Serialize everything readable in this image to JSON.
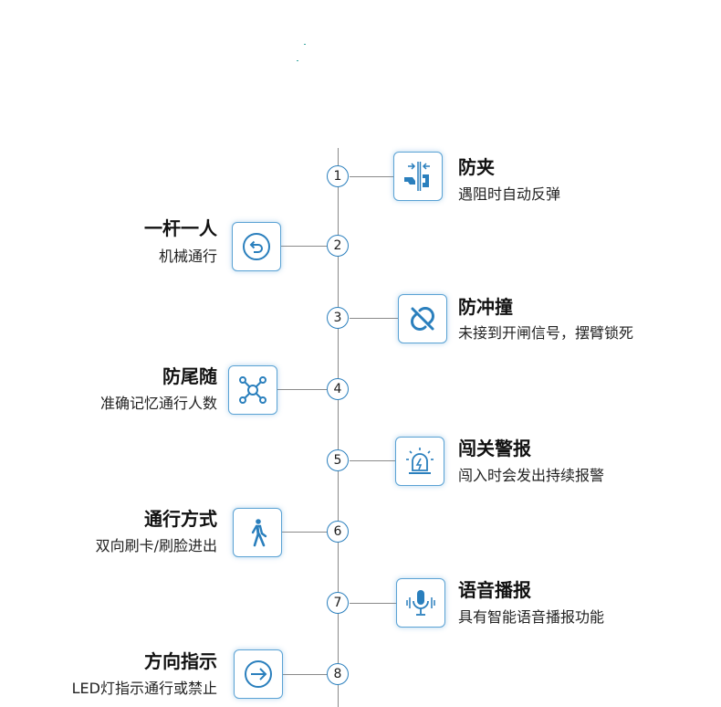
{
  "features": [
    {
      "num": "1",
      "title": "防夹",
      "desc": "遇阻时自动反弹",
      "icon": "anti-pinch-icon",
      "side": "right"
    },
    {
      "num": "2",
      "title": "一杆一人",
      "desc": "机械通行",
      "icon": "return-arrow-icon",
      "side": "left"
    },
    {
      "num": "3",
      "title": "防冲撞",
      "desc": "未接到开闸信号，摆臂锁死",
      "icon": "broken-link-icon",
      "side": "right"
    },
    {
      "num": "4",
      "title": "防尾随",
      "desc": "准确记忆通行人数",
      "icon": "network-nodes-icon",
      "side": "left"
    },
    {
      "num": "5",
      "title": "闯关警报",
      "desc": "闯入时会发出持续报警",
      "icon": "alarm-siren-icon",
      "side": "right"
    },
    {
      "num": "6",
      "title": "通行方式",
      "desc": "双向刷卡/刷脸进出",
      "icon": "walking-person-icon",
      "side": "left"
    },
    {
      "num": "7",
      "title": "语音播报",
      "desc": "具有智能语音播报功能",
      "icon": "microphone-voice-icon",
      "side": "right"
    },
    {
      "num": "8",
      "title": "方向指示",
      "desc": "LED灯指示通行或禁止",
      "icon": "arrow-circle-icon",
      "side": "left"
    }
  ],
  "colors": {
    "accent": "#2a7fbd",
    "line": "#8a8a8a"
  }
}
